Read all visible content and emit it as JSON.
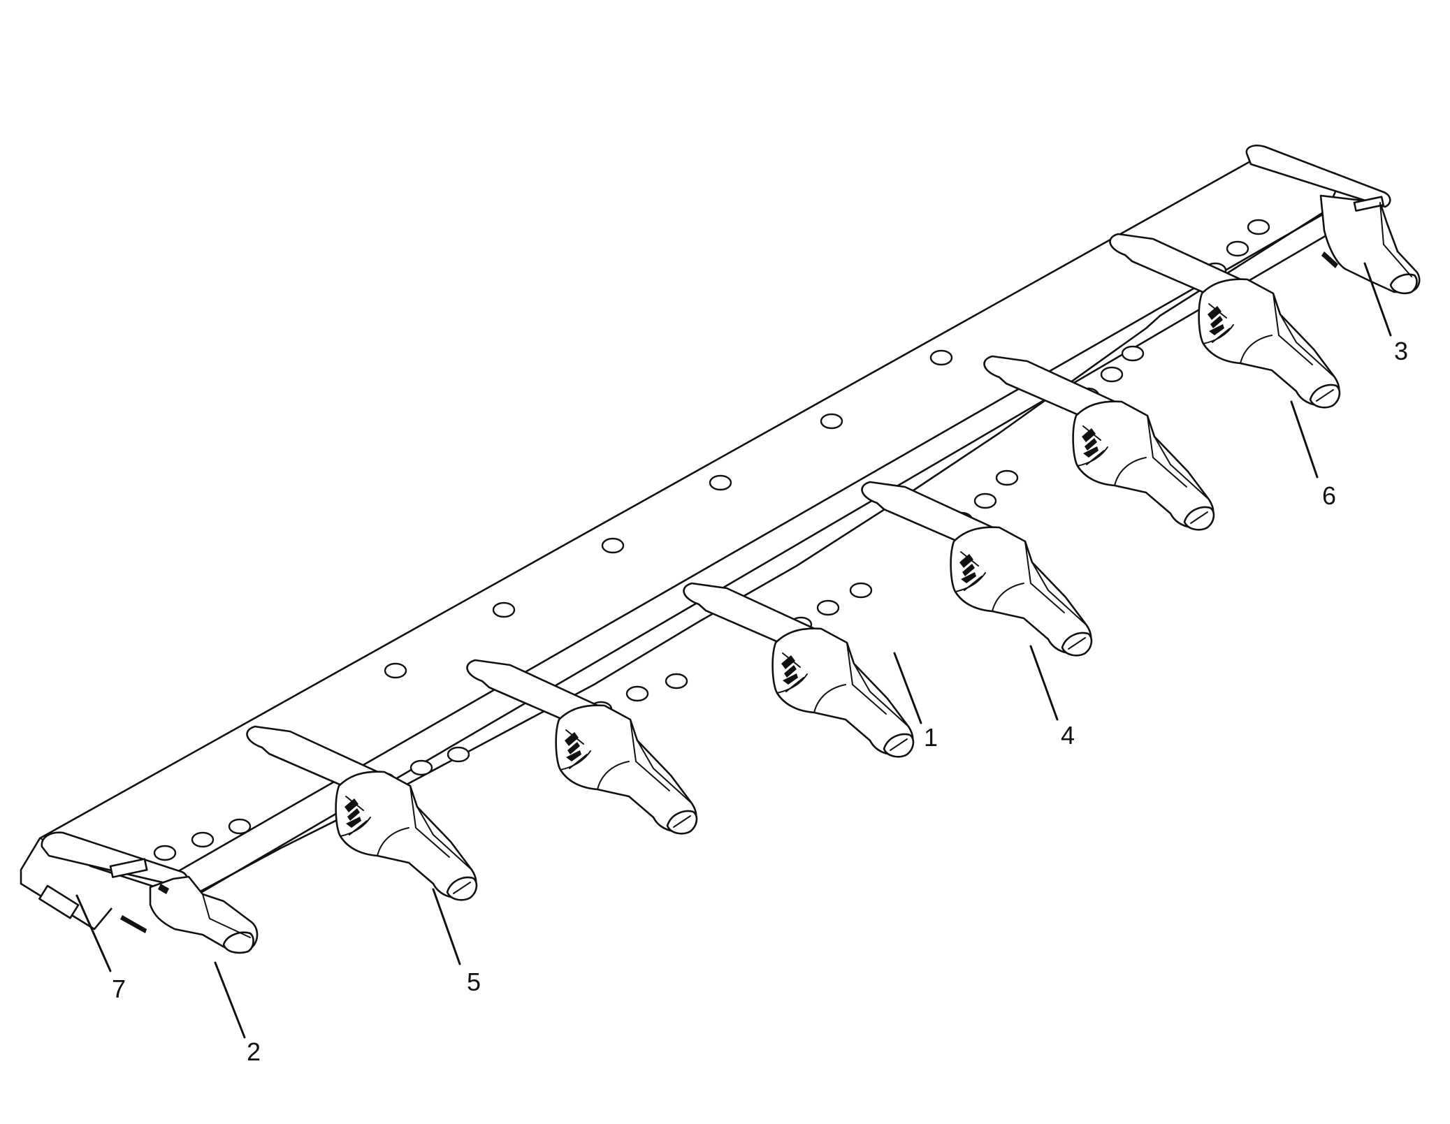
{
  "diagram": {
    "callouts": [
      {
        "id": "1",
        "label": "1"
      },
      {
        "id": "2",
        "label": "2"
      },
      {
        "id": "3",
        "label": "3"
      },
      {
        "id": "4",
        "label": "4"
      },
      {
        "id": "5",
        "label": "5"
      },
      {
        "id": "6",
        "label": "6"
      },
      {
        "id": "7",
        "label": "7"
      }
    ],
    "parts": {
      "blade": "cutting-edge-plate",
      "tooth": "bucket-tooth-adapter",
      "corner_tooth": "corner-adapter",
      "hole": "bolt-hole"
    },
    "colors": {
      "ink": "#111111",
      "paper": "#ffffff"
    }
  }
}
